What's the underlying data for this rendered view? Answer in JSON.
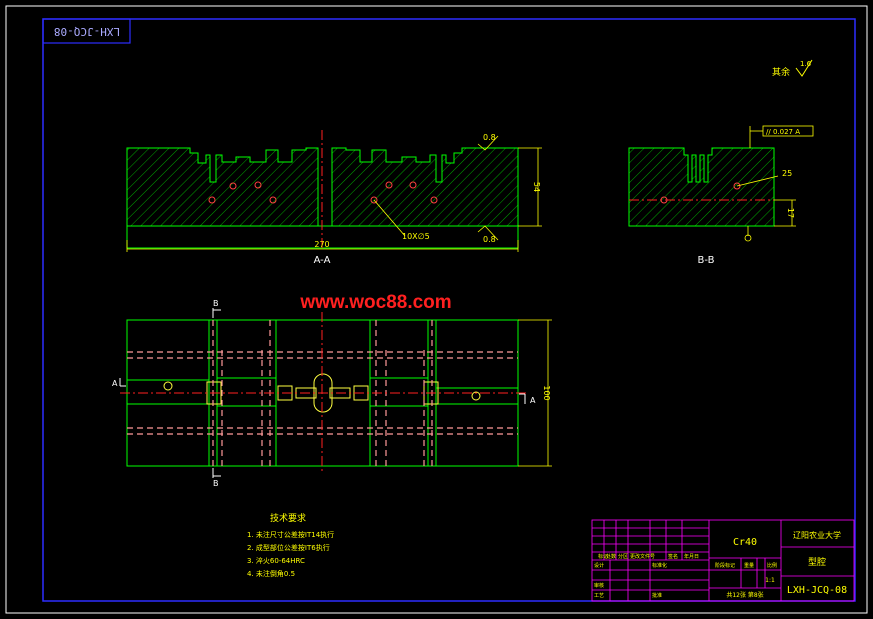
{
  "title_stamp": "LXH-JCQ-08",
  "roughness_note": {
    "label": "其余",
    "value": "1.6"
  },
  "section_aa": {
    "label": "A-A",
    "width_dim": "270",
    "height_dim": "54",
    "hole_callout": "10X∅5",
    "roughness_top": "0.8",
    "roughness_bottom": "0.8"
  },
  "section_bb": {
    "label": "B-B",
    "tolerance": "// 0.027 A",
    "dim_25": "25",
    "dim_17": "17"
  },
  "plan_view": {
    "cut_a": "A",
    "cut_b": "B",
    "height_dim": "100"
  },
  "watermark": "www.woc88.com",
  "tech_requirements": {
    "title": "技术要求",
    "items": [
      "1. 未注尺寸公差按IT14执行",
      "2. 成型部位公差按IT6执行",
      "3. 淬火60-64HRC",
      "4. 未注倒角0.5"
    ]
  },
  "title_block": {
    "material": "Cr40",
    "school": "辽阳农业大学",
    "part_name": "型腔",
    "drawing_no": "LXH-JCQ-08",
    "scale": "1:1",
    "sheet_info": "共12张 第8张",
    "row_labels": [
      "标记",
      "处数",
      "分区",
      "更改文件号",
      "签名",
      "年月日"
    ],
    "labels": {
      "design": "设计",
      "standard": "标准化",
      "stage_mark": "阶段标记",
      "weight": "重量",
      "ratio": "比例",
      "review": "审核",
      "process": "工艺",
      "approve": "批准"
    }
  },
  "colors": {
    "border": "#0000ff",
    "hatch": "#00ff00",
    "center": "#ff0000",
    "dim": "#ffff00",
    "hidden": "#ff8080",
    "titleblock": "#ff00ff",
    "text": "#ffffff"
  }
}
